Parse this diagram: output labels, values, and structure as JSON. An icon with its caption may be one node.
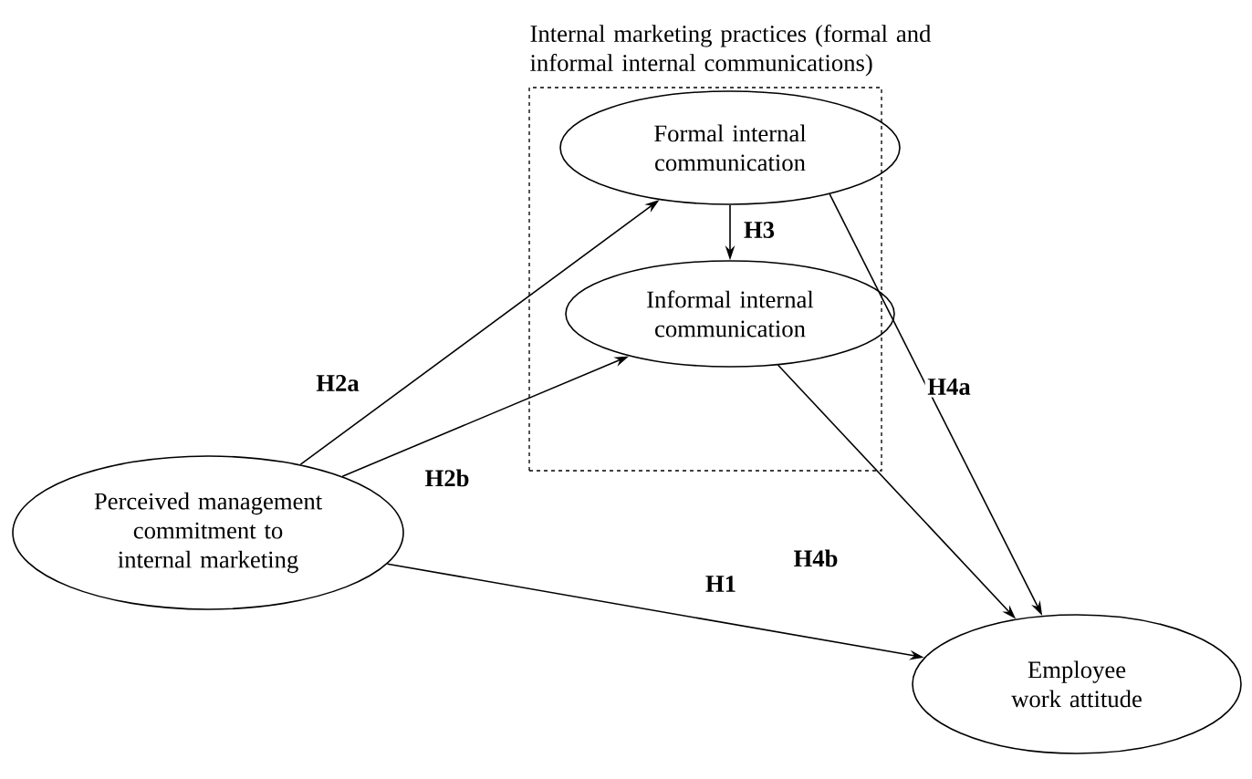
{
  "diagram": {
    "nodes": [
      {
        "text": [
          "Internal marketing practices (formal and informal internal communications)"
        ]
      },
      {
        "text": [
          "Formal internal communication"
        ],
        "in": 0
      },
      {
        "text": [
          "Informal internal communication"
        ],
        "in": 0
      },
      {
        "text": [
          "Perceived management commitment to internal marketing"
        ]
      },
      {
        "text": [
          "Employee work attitude"
        ]
      }
    ],
    "edges": [
      {
        "from": 3,
        "to": 1,
        "arrow": "to",
        "label": "H2a"
      },
      {
        "from": 3,
        "to": 2,
        "arrow": "to",
        "label": "H2b"
      },
      {
        "from": 1,
        "to": 2,
        "arrow": "to",
        "label": "H3"
      },
      {
        "from": 1,
        "to": 4,
        "arrow": "to",
        "label": "H4a"
      },
      {
        "from": 2,
        "to": 4,
        "arrow": "to",
        "label": "H4b"
      },
      {
        "from": 3,
        "to": 4,
        "arrow": "to",
        "label": "H1"
      }
    ]
  }
}
